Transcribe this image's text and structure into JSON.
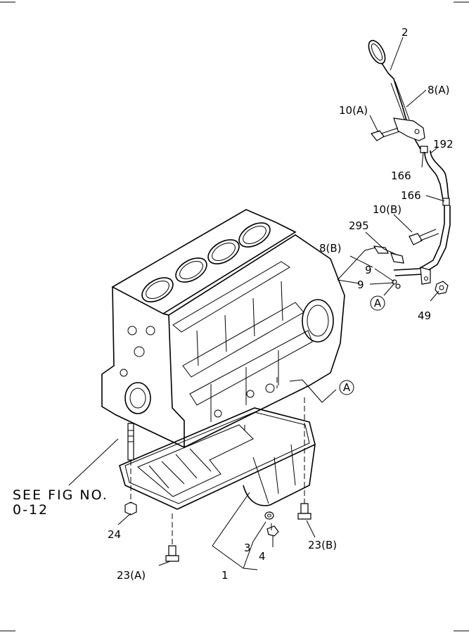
{
  "diagram": {
    "callouts": {
      "c2": "2",
      "c8a": "8(A)",
      "c10a": "10(A)",
      "c192": "192",
      "c166a": "166",
      "c166b": "166",
      "c10b": "10(B)",
      "c295": "295",
      "c8b": "8(B)",
      "c9a": "9",
      "c9b": "9",
      "c49": "49",
      "c24": "24",
      "c23a": "23(A)",
      "c3": "3",
      "c4": "4",
      "c1": "1",
      "c23b": "23(B)"
    },
    "ref_marks": {
      "ref_a_left": "A",
      "ref_a_right": "A"
    },
    "see_fig": {
      "line1": "SEE FIG NO.",
      "line2": "0-12"
    }
  }
}
